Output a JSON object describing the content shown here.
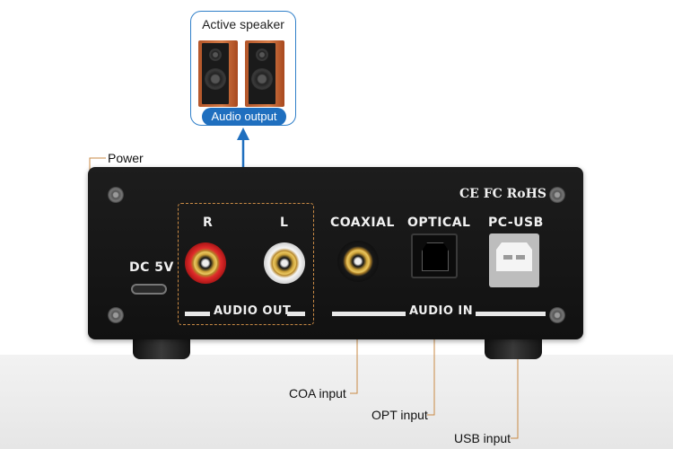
{
  "callout": {
    "title": "Active speaker",
    "badge": "Audio output"
  },
  "device": {
    "certifications": "CE FC RoHS",
    "dc_label": "DC 5V",
    "out_r": "R",
    "out_l": "L",
    "audio_out": "AUDIO OUT",
    "coaxial": "COAXIAL",
    "optical": "OPTICAL",
    "pc_usb": "PC-USB",
    "audio_in": "AUDIO IN"
  },
  "annotations": {
    "power": "Power",
    "coa_input": "COA input",
    "opt_input": "OPT input",
    "usb_input": "USB input"
  },
  "colors": {
    "accent_blue": "#1f6fbf",
    "leader_orange": "#c98a45",
    "rca_red": "#d42020",
    "rca_white": "#f2f2f2"
  }
}
